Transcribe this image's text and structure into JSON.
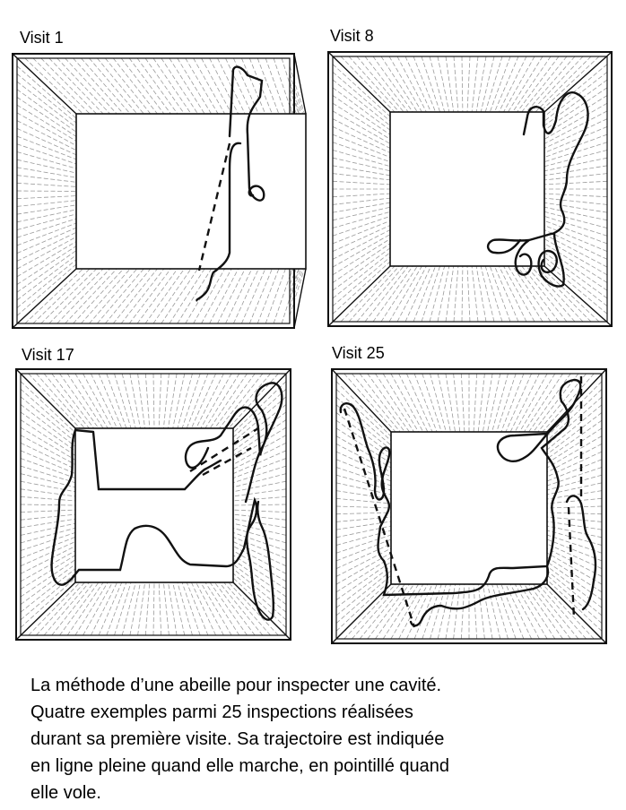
{
  "panels": [
    {
      "title": "Visit 1"
    },
    {
      "title": "Visit 8"
    },
    {
      "title": "Visit 17"
    },
    {
      "title": "Visit 25"
    }
  ],
  "caption": [
    "La méthode d’une abeille pour inspecter une cavité.",
    "Quatre exemples parmi 25 inspections réalisées",
    "durant sa première visite. Sa trajectoire est indiquée",
    "en ligne pleine quand elle marche, en pointillé quand",
    "elle vole."
  ],
  "colors": {
    "ink": "#111111",
    "hatch": "#9a9a9a",
    "paper": "#ffffff"
  }
}
